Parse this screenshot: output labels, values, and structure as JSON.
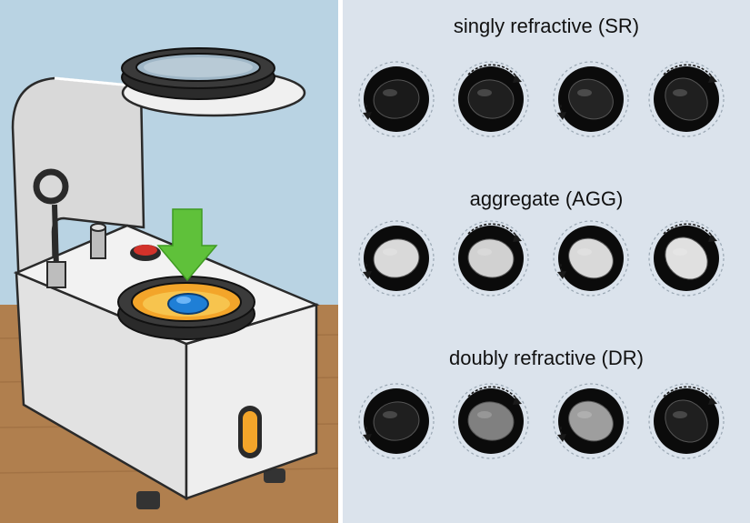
{
  "illustration": {
    "colors": {
      "wall": "#b9d3e3",
      "floor": "#b07f4e",
      "body": "#e6e6e6",
      "outline": "#2a2a2a",
      "lamp": "#f3a52a",
      "gem": "#1f7fd6",
      "arrow": "#5fc13a",
      "button": "#d2322a"
    },
    "icons": [
      "down-arrow-icon",
      "gem-icon",
      "light-window-icon",
      "lens-ring-icon"
    ]
  },
  "rows": [
    {
      "title": "singly refractive (SR)",
      "discs": [
        {
          "brightness": 0.1,
          "rotation": "ccw"
        },
        {
          "brightness": 0.12,
          "rotation": "cw"
        },
        {
          "brightness": 0.14,
          "rotation": "ccw"
        },
        {
          "brightness": 0.12,
          "rotation": "cw"
        }
      ]
    },
    {
      "title": "aggregate (AGG)",
      "discs": [
        {
          "brightness": 0.85,
          "rotation": "ccw"
        },
        {
          "brightness": 0.82,
          "rotation": "cw"
        },
        {
          "brightness": 0.85,
          "rotation": "ccw"
        },
        {
          "brightness": 0.88,
          "rotation": "cw"
        }
      ]
    },
    {
      "title": "doubly refractive (DR)",
      "discs": [
        {
          "brightness": 0.12,
          "rotation": "ccw"
        },
        {
          "brightness": 0.5,
          "rotation": "cw"
        },
        {
          "brightness": 0.62,
          "rotation": "ccw"
        },
        {
          "brightness": 0.12,
          "rotation": "cw"
        }
      ]
    }
  ]
}
